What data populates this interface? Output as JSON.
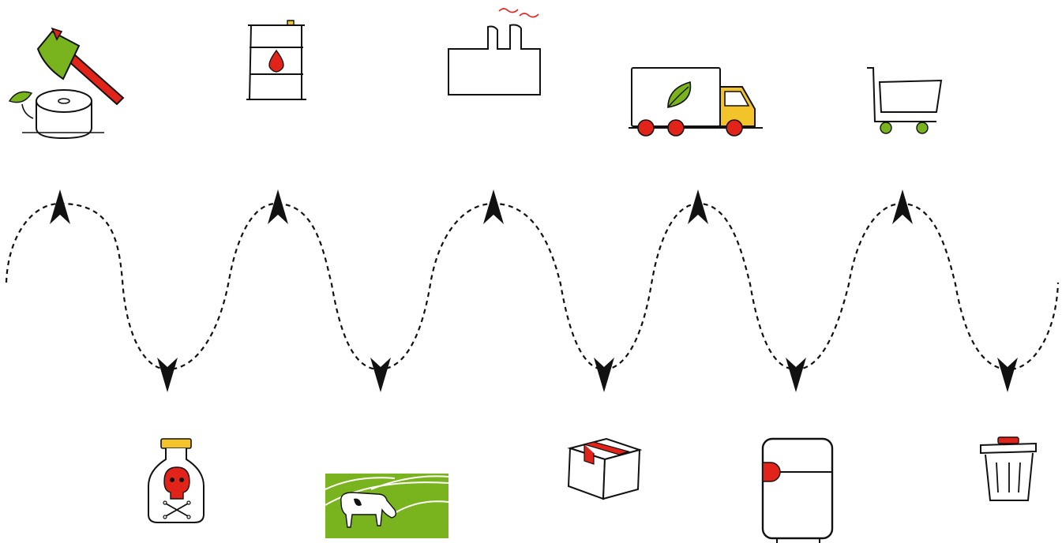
{
  "diagram": {
    "type": "lifecycle-wave",
    "top_row": [
      {
        "name": "raw-materials",
        "icon": "axe-and-log-icon"
      },
      {
        "name": "energy",
        "icon": "oil-barrel-icon"
      },
      {
        "name": "production",
        "icon": "factory-icon"
      },
      {
        "name": "transport",
        "icon": "delivery-truck-icon"
      },
      {
        "name": "retail",
        "icon": "shopping-cart-icon"
      }
    ],
    "bottom_row": [
      {
        "name": "toxic-chemicals",
        "icon": "poison-bottle-icon"
      },
      {
        "name": "agriculture",
        "icon": "cow-field-icon"
      },
      {
        "name": "packaging",
        "icon": "cardboard-box-icon"
      },
      {
        "name": "use",
        "icon": "refrigerator-icon"
      },
      {
        "name": "disposal",
        "icon": "trash-can-icon"
      }
    ],
    "colors": {
      "ink": "#111111",
      "green": "#79b31d",
      "red": "#e2231a",
      "yellow": "#f2c42a",
      "dark_green": "#3f7d1e"
    }
  }
}
